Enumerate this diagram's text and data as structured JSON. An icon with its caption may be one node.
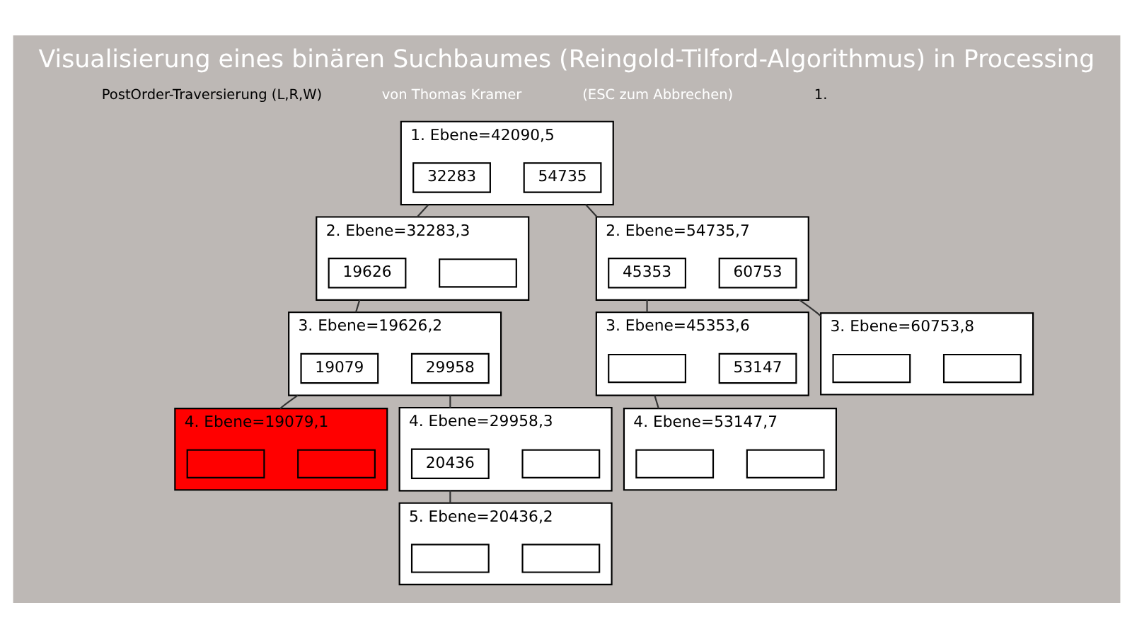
{
  "diagram": {
    "title": "Visualisierung eines binären Suchbaumes (Reingold-Tilford-Algorithmus) in Processing",
    "nodes": [
      {
        "text": [
          "1. Ebene=42090,5"
        ]
      },
      {
        "text": [
          "32283"
        ],
        "in": 0
      },
      {
        "text": [
          "54735"
        ],
        "in": 0
      },
      {
        "text": [
          "2. Ebene=32283,3"
        ]
      },
      {
        "text": [
          "19626"
        ],
        "in": 3
      },
      {
        "text": [],
        "shape": "box",
        "in": 3
      },
      {
        "text": [
          "2. Ebene=54735,7"
        ]
      },
      {
        "text": [
          "45353"
        ],
        "in": 6
      },
      {
        "text": [
          "60753"
        ],
        "in": 6
      },
      {
        "text": [
          "3. Ebene=19626,2"
        ]
      },
      {
        "text": [
          "19079"
        ],
        "in": 9
      },
      {
        "text": [
          "29958"
        ],
        "in": 9
      },
      {
        "text": [
          "3. Ebene=45353,6"
        ]
      },
      {
        "text": [],
        "shape": "box",
        "in": 12
      },
      {
        "text": [
          "53147"
        ],
        "in": 12
      },
      {
        "text": [
          "3. Ebene=60753,8"
        ]
      },
      {
        "text": [],
        "shape": "box",
        "in": 15
      },
      {
        "text": [],
        "shape": "box",
        "in": 15
      },
      {
        "text": [
          "4. Ebene=19079,1"
        ]
      },
      {
        "text": [],
        "shape": "box",
        "in": 18
      },
      {
        "text": [],
        "shape": "box",
        "in": 18
      },
      {
        "text": [
          "4. Ebene=29958,3"
        ]
      },
      {
        "text": [
          "20436"
        ],
        "in": 21
      },
      {
        "text": [],
        "shape": "box",
        "in": 21
      },
      {
        "text": [
          "4. Ebene=53147,7"
        ]
      },
      {
        "text": [],
        "shape": "box",
        "in": 24
      },
      {
        "text": [],
        "shape": "box",
        "in": 24
      },
      {
        "text": [
          "5. Ebene=20436,2"
        ]
      },
      {
        "text": [],
        "shape": "box",
        "in": 27
      },
      {
        "text": [],
        "shape": "box",
        "in": 27
      }
    ],
    "edges": [
      {
        "from": 0,
        "to": 3,
        "arrow": "none"
      },
      {
        "from": 0,
        "to": 6,
        "arrow": "none"
      },
      {
        "from": 3,
        "to": 9,
        "arrow": "none"
      },
      {
        "from": 6,
        "to": 12,
        "arrow": "none"
      },
      {
        "from": 6,
        "to": 15,
        "arrow": "none"
      },
      {
        "from": 9,
        "to": 18,
        "arrow": "none"
      },
      {
        "from": 9,
        "to": 21,
        "arrow": "none"
      },
      {
        "from": 12,
        "to": 24,
        "arrow": "none"
      },
      {
        "from": 21,
        "to": 27,
        "arrow": "none"
      }
    ],
    "labels": [
      "PostOrder-Traversierung (L,R,W)",
      "von Thomas Kramer",
      "(ESC zum Abbrechen)",
      "1."
    ]
  }
}
